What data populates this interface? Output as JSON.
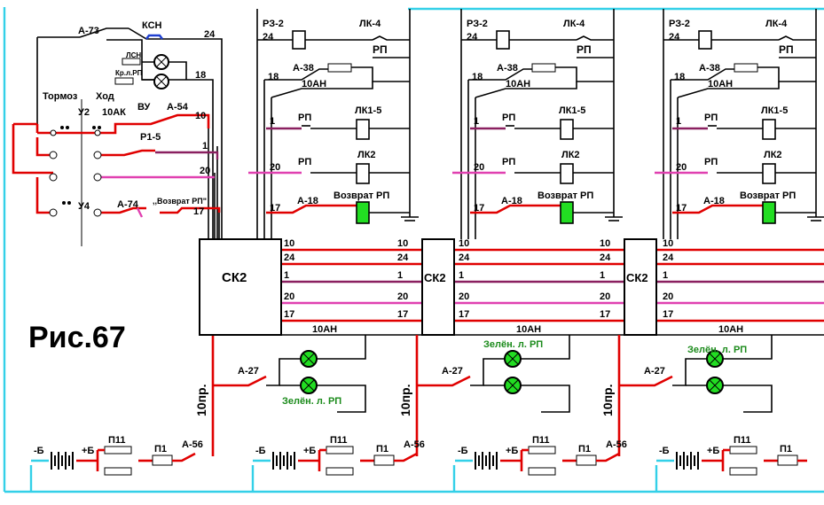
{
  "figure_label": "Рис.67",
  "left_panel": {
    "a73": "А-73",
    "ksn": "КСН",
    "lsn": "ЛСН",
    "kr_lrp": "Кр.л.РП",
    "tormoz": "Тормоз",
    "khod": "Ход",
    "u2": "У2",
    "u4": "У4",
    "ak10": "10АК",
    "vu": "ВУ",
    "a54": "А-54",
    "r15": "Р1-5",
    "a74": "А-74",
    "vozvrat_rp_q": ",,Возврат РП\"",
    "w24": "24",
    "w18": "18",
    "w10": "10",
    "w1": "1",
    "w20": "20",
    "w17": "17"
  },
  "blocks": [
    {
      "ck": "СК2",
      "rz2": "РЗ-2",
      "lk4": "ЛК-4",
      "a38": "А-38",
      "rp": "РП",
      "an10": "10АН",
      "lk15": "ЛК1-5",
      "lk2": "ЛК2",
      "a18": "А-18",
      "vozvrat": "Возврат РП",
      "w24": "24",
      "w18": "18",
      "w1": "1",
      "w20": "20",
      "w17": "17"
    },
    {
      "ck": "СК2",
      "rz2": "РЗ-2",
      "lk4": "ЛК-4",
      "a38": "А-38",
      "rp": "РП",
      "an10": "10АН",
      "lk15": "ЛК1-5",
      "lk2": "ЛК2",
      "a18": "А-18",
      "vozvrat": "Возврат РП",
      "w24": "24",
      "w18": "18",
      "w1": "1",
      "w20": "20",
      "w17": "17"
    },
    {
      "ck": "СК2",
      "rz2": "РЗ-2",
      "lk4": "ЛК-4",
      "a38": "А-38",
      "rp": "РП",
      "an10": "10АН",
      "lk15": "ЛК1-5",
      "lk2": "ЛК2",
      "a18": "А-18",
      "vozvrat": "Возврат РП",
      "w24": "24",
      "w18": "18",
      "w1": "1",
      "w20": "20",
      "w17": "17"
    }
  ],
  "bus_labels": [
    "10",
    "24",
    "1",
    "20",
    "17"
  ],
  "lower": {
    "an10": "10АН",
    "a27": "А-27",
    "green_lamp": "Зелён. л. РП",
    "pr10": "10пр."
  },
  "battery": {
    "minus": "-Б",
    "plus": "+Б",
    "p11": "П11",
    "p1": "П1",
    "a56": "А-56"
  },
  "colors": {
    "red": "#e00000",
    "cyan": "#33d0e8",
    "magenta": "#e040b0",
    "purple": "#8a2060",
    "green_coil": "#22dd22",
    "green_text": "#1a8a1a"
  }
}
